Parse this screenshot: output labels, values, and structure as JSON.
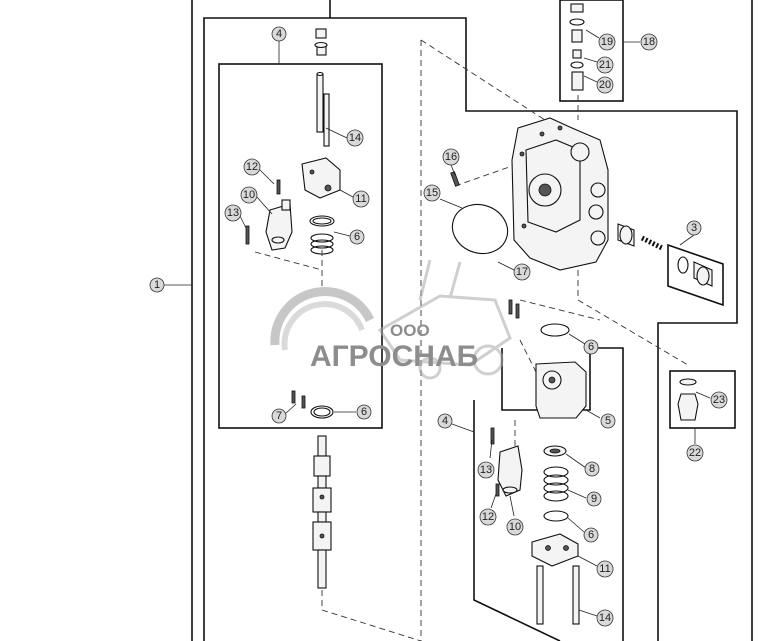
{
  "diagram": {
    "callouts": [
      {
        "id": "c1",
        "label": "1"
      },
      {
        "id": "c4a",
        "label": "4"
      },
      {
        "id": "c14a",
        "label": "14"
      },
      {
        "id": "c12a",
        "label": "12"
      },
      {
        "id": "c10a",
        "label": "10"
      },
      {
        "id": "c11a",
        "label": "11"
      },
      {
        "id": "c13a",
        "label": "13"
      },
      {
        "id": "c6a",
        "label": "6"
      },
      {
        "id": "c7",
        "label": "7"
      },
      {
        "id": "c6b",
        "label": "6"
      },
      {
        "id": "c16",
        "label": "16"
      },
      {
        "id": "c15",
        "label": "15"
      },
      {
        "id": "c17",
        "label": "17"
      },
      {
        "id": "c19",
        "label": "19"
      },
      {
        "id": "c18",
        "label": "18"
      },
      {
        "id": "c21",
        "label": "21"
      },
      {
        "id": "c20",
        "label": "20"
      },
      {
        "id": "c3",
        "label": "3"
      },
      {
        "id": "c6c",
        "label": "6"
      },
      {
        "id": "c5",
        "label": "5"
      },
      {
        "id": "c4b",
        "label": "4"
      },
      {
        "id": "c8",
        "label": "8"
      },
      {
        "id": "c13b",
        "label": "13"
      },
      {
        "id": "c9",
        "label": "9"
      },
      {
        "id": "c12b",
        "label": "12"
      },
      {
        "id": "c10b",
        "label": "10"
      },
      {
        "id": "c6d",
        "label": "6"
      },
      {
        "id": "c11b",
        "label": "11"
      },
      {
        "id": "c14b",
        "label": "14"
      },
      {
        "id": "c23",
        "label": "23"
      },
      {
        "id": "c22",
        "label": "22"
      }
    ]
  },
  "watermark": {
    "line1": "ООО",
    "line2": "АГРОСНАБ"
  }
}
